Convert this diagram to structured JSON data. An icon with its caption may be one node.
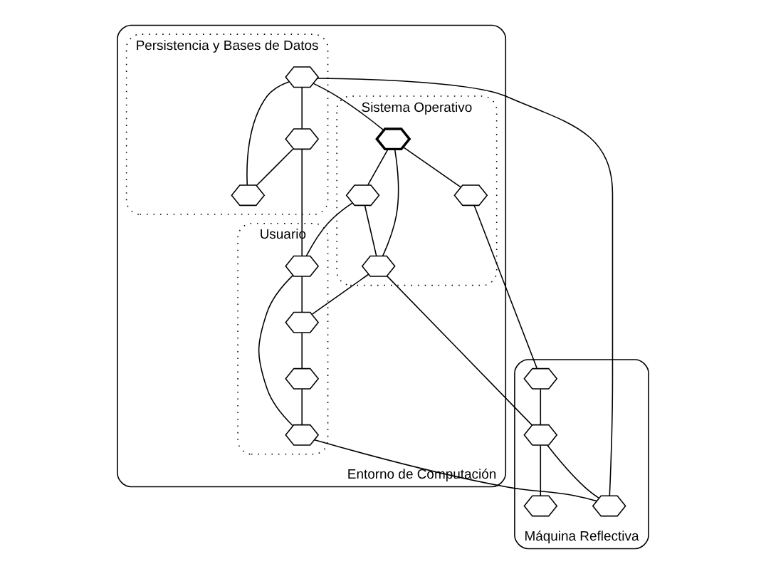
{
  "diagram": {
    "nodes": [
      {
        "text": [
          "Entorno de Computación"
        ]
      },
      {
        "text": [
          "Persistencia y Bases de Datos"
        ],
        "in": 0
      },
      {
        "text": [
          "Sistema Operativo"
        ],
        "in": 0
      },
      {
        "text": [
          "Usuario"
        ],
        "in": 0
      },
      {
        "text": [
          "Máquina Reflectiva"
        ]
      },
      {
        "text": [],
        "shape": "hexagon",
        "in": 1
      },
      {
        "text": [],
        "shape": "hexagon",
        "in": 1
      },
      {
        "text": [],
        "shape": "hexagon",
        "in": 1
      },
      {
        "text": [],
        "shape": "hexagon",
        "in": 2
      },
      {
        "text": [],
        "shape": "hexagon",
        "in": 2
      },
      {
        "text": [],
        "shape": "hexagon",
        "in": 2
      },
      {
        "text": [],
        "shape": "hexagon",
        "in": 2
      },
      {
        "text": [],
        "shape": "hexagon",
        "in": 3
      },
      {
        "text": [],
        "shape": "hexagon",
        "in": 3
      },
      {
        "text": [],
        "shape": "hexagon",
        "in": 3
      },
      {
        "text": [],
        "shape": "hexagon",
        "in": 3
      },
      {
        "text": [],
        "shape": "hexagon",
        "in": 4
      },
      {
        "text": [],
        "shape": "hexagon",
        "in": 4
      },
      {
        "text": [],
        "shape": "hexagon",
        "in": 4
      },
      {
        "text": [],
        "shape": "hexagon",
        "in": 4
      }
    ],
    "edges": [
      {
        "from": 5,
        "to": 7,
        "arrow": "none"
      },
      {
        "from": 5,
        "to": 6,
        "arrow": "none"
      },
      {
        "from": 7,
        "to": 6,
        "arrow": "none"
      },
      {
        "from": 8,
        "to": 9,
        "arrow": "none"
      },
      {
        "from": 8,
        "to": 10,
        "arrow": "none"
      },
      {
        "from": 9,
        "to": 10,
        "arrow": "none"
      },
      {
        "from": 8,
        "to": 11,
        "arrow": "none"
      },
      {
        "from": 12,
        "to": 13,
        "arrow": "none"
      },
      {
        "from": 12,
        "to": 15,
        "arrow": "none"
      },
      {
        "from": 13,
        "to": 14,
        "arrow": "none"
      },
      {
        "from": 14,
        "to": 15,
        "arrow": "none"
      },
      {
        "from": 16,
        "to": 17,
        "arrow": "none"
      },
      {
        "from": 17,
        "to": 18,
        "arrow": "none"
      },
      {
        "from": 17,
        "to": 19,
        "arrow": "none"
      },
      {
        "from": 5,
        "to": 8,
        "arrow": "none"
      },
      {
        "from": 5,
        "to": 19,
        "arrow": "none"
      },
      {
        "from": 6,
        "to": 12,
        "arrow": "none"
      },
      {
        "from": 9,
        "to": 12,
        "arrow": "none"
      },
      {
        "from": 10,
        "to": 13,
        "arrow": "none"
      },
      {
        "from": 11,
        "to": 16,
        "arrow": "none"
      },
      {
        "from": 10,
        "to": 17,
        "arrow": "none"
      },
      {
        "from": 15,
        "to": 19,
        "arrow": "none"
      }
    ]
  }
}
